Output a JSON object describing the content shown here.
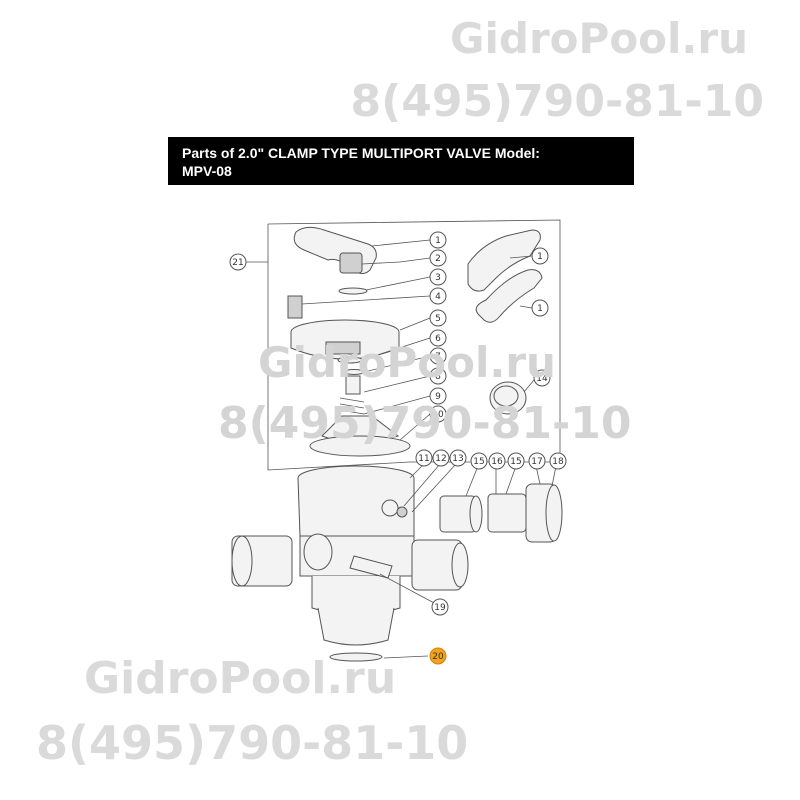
{
  "watermarks": {
    "site": "GidroPool.ru",
    "phone": "8(495)790-81-10"
  },
  "title": {
    "line1": "Parts of 2.0\" CLAMP TYPE MULTIPORT VALVE Model:",
    "line2": "MPV-08"
  },
  "callouts": {
    "handle_main": "1",
    "pin": "2",
    "washer": "3",
    "clip": "4",
    "cover": "5",
    "gasket_6": "6",
    "oring_7": "7",
    "spring": "8",
    "shaft_gasket": "9",
    "rotor": "10",
    "body_oring": "11",
    "gauge": "12",
    "sight_glass": "13",
    "union_oring_a": "15",
    "union_tail": "16",
    "union_oring_b": "15",
    "union_nut": "17",
    "union_cap": "18",
    "plug": "14",
    "drain": "19",
    "bottom_oring": "20",
    "kit": "21",
    "handle_alt_a": "1",
    "handle_alt_b": "1"
  },
  "colors": {
    "highlight": "#f2a31b",
    "banner": "#000000",
    "watermark": "#dadada"
  }
}
